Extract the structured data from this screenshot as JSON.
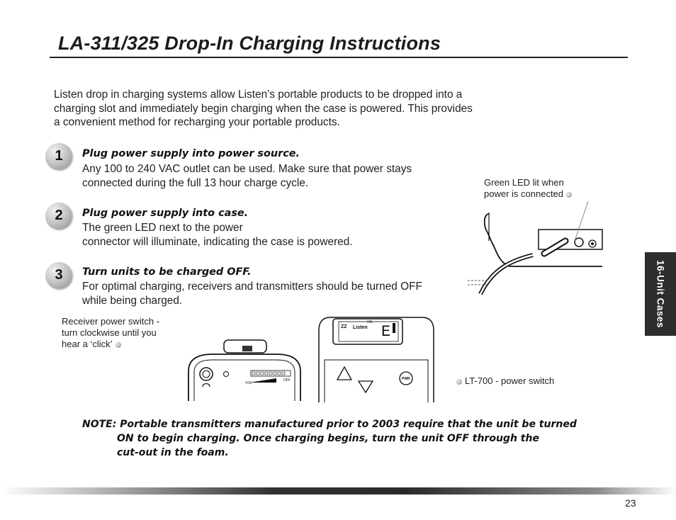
{
  "page": {
    "title": "LA-311/325 Drop-In Charging Instructions",
    "intro": [
      "Listen drop in charging systems allow Listen’s portable products to be dropped into a",
      "charging slot and immediately begin charging when the case is powered. This provides",
      "a convenient method for recharging your portable products."
    ],
    "side_tab": "16-Unit Cases",
    "page_number": "23"
  },
  "steps": [
    {
      "number": "1",
      "heading": "Plug power supply into power source.",
      "lines": [
        "Any 100 to 240 VAC outlet can be used. Make sure that power stays",
        "connected during the full 13 hour charge cycle."
      ]
    },
    {
      "number": "2",
      "heading": "Plug power supply into case.",
      "lines": [
        "The green LED next to the power",
        "connector will illuminate, indicating the case is powered."
      ]
    },
    {
      "number": "3",
      "heading": "Turn units to be charged OFF.",
      "lines": [
        "For optimal charging, receivers and transmitters should be turned OFF",
        "while being charged."
      ]
    }
  ],
  "callouts": {
    "green_led": [
      "Green LED lit when",
      "power is connected"
    ],
    "receiver_switch": [
      "Receiver power switch -",
      "turn clockwise until you",
      "hear a ‘click’"
    ],
    "lt700": "LT-700 - power switch"
  },
  "device_labels": {
    "receiver_vol": "VOL",
    "receiver_off": "OFF",
    "tx_brand": "Listen",
    "tx_pwr": "PWR",
    "tx_on": "ON",
    "tx_seg": "E"
  },
  "note": {
    "label": "NOTE:",
    "lines": [
      "Portable transmitters manufactured prior to 2003 require that the unit be turned",
      "ON to begin charging. Once charging begins, turn the unit OFF through the",
      "cut-out in the foam."
    ]
  }
}
